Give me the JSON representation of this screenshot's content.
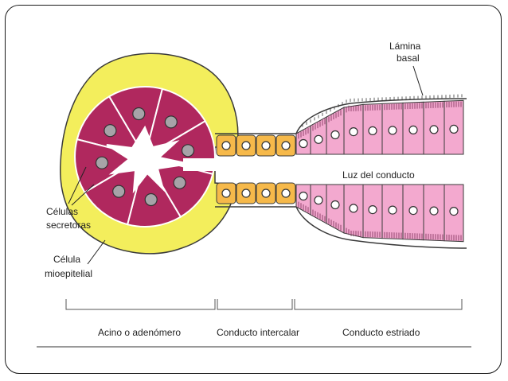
{
  "labels": {
    "lamina_basal": [
      "Lámina",
      "basal"
    ],
    "luz_conducto": "Luz del conducto",
    "celulas_secretoras": [
      "Células",
      "secretoras"
    ],
    "celula_mioepitelial": [
      "Célula",
      "mioepitelial"
    ]
  },
  "sections": {
    "acino": "Acino o adenómero",
    "intercalar": "Conducto intercalar",
    "estriado": "Conducto estriado"
  },
  "colors": {
    "acinar_cell": "#b0285e",
    "myoepithelial": "#f3ee5c",
    "intercalated_cell": "#f6b94a",
    "striated_cell": "#f3a9cf",
    "nucleus": "#a7a3a8",
    "outline": "#3a3a3a"
  }
}
